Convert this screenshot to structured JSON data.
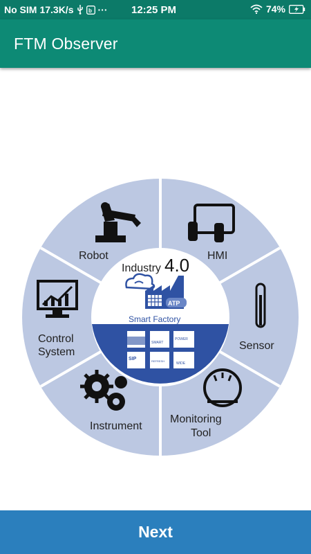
{
  "status_bar": {
    "carrier": "No SIM",
    "speed": "17.3K/s",
    "more": "···",
    "time": "12:25 PM",
    "battery": "74%",
    "icons": [
      "usb-icon",
      "notification-icon",
      "wifi-icon",
      "battery-charging-icon"
    ]
  },
  "app_bar": {
    "title": "FTM Observer"
  },
  "diagram": {
    "segments": [
      "Robot",
      "HMI",
      "Sensor",
      "Monitoring",
      "Tool",
      "Instrument",
      "Control",
      "System"
    ],
    "center": {
      "industry": "Industry",
      "version": "4.0",
      "badge": "ATP",
      "caption": "Smart Factory",
      "tiles": [
        "SMART",
        "POWER",
        "SIP",
        "REFRESH",
        "WIDE"
      ]
    },
    "colors": {
      "ring": "#bcc8e2",
      "divider": "#ffffff",
      "center_top": "#ffffff",
      "center_bottom": "#2f52a3"
    }
  },
  "footer": {
    "next_label": "Next"
  }
}
